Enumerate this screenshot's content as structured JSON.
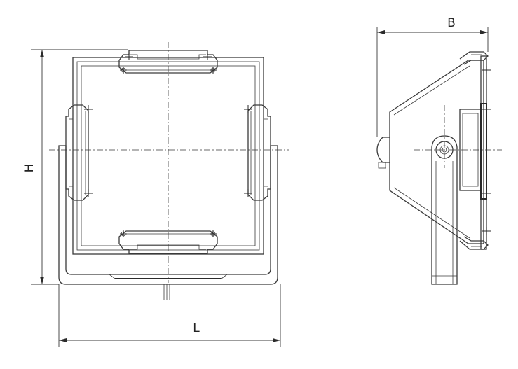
{
  "dimensions": {
    "height_label": "H",
    "length_label": "L",
    "depth_label": "B"
  }
}
